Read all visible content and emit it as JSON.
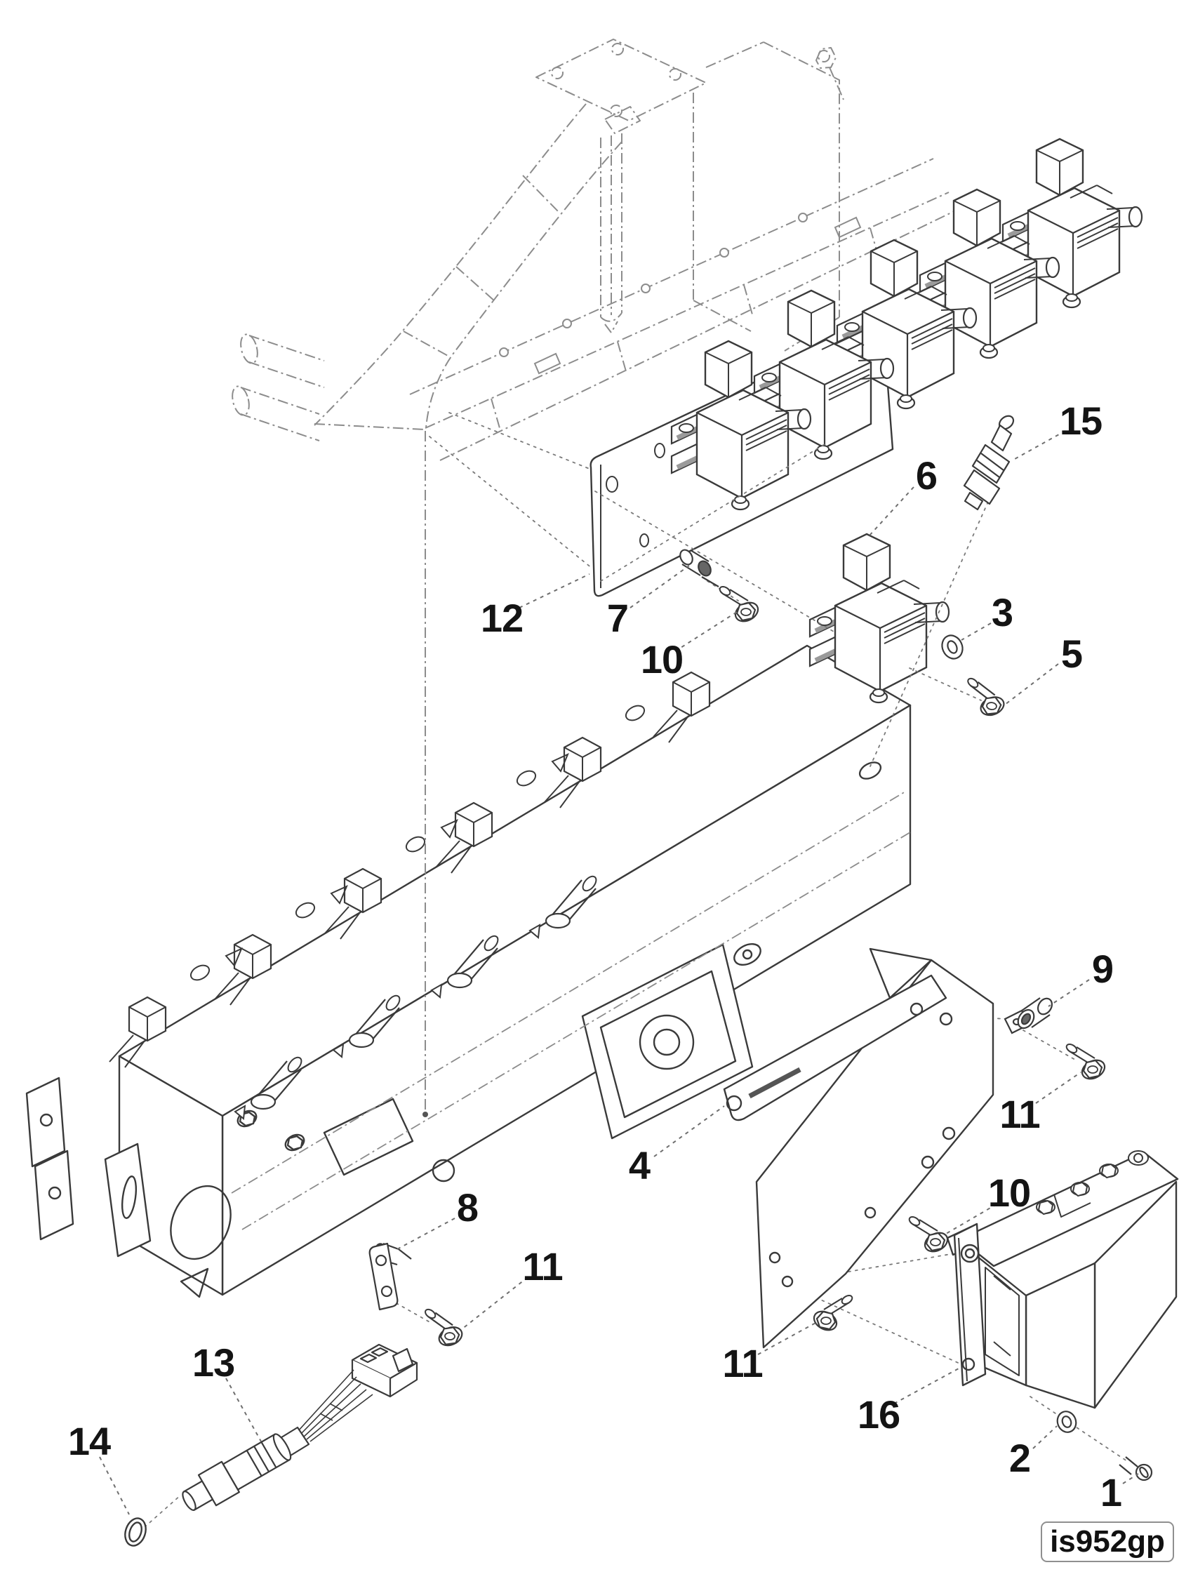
{
  "diagram": {
    "figure_code": "is952gp",
    "callouts": [
      {
        "label": "1"
      },
      {
        "label": "2"
      },
      {
        "label": "3"
      },
      {
        "label": "4"
      },
      {
        "label": "5"
      },
      {
        "label": "6"
      },
      {
        "label": "7"
      },
      {
        "label": "8"
      },
      {
        "label": "9"
      },
      {
        "label": "10"
      },
      {
        "label": "10"
      },
      {
        "label": "11"
      },
      {
        "label": "11"
      },
      {
        "label": "11"
      },
      {
        "label": "12"
      },
      {
        "label": "13"
      },
      {
        "label": "14"
      },
      {
        "label": "15"
      },
      {
        "label": "16"
      }
    ],
    "colors": {
      "background": "#ffffff",
      "solid_line": "#3a3a3a",
      "phantom_line": "#8c8c8c",
      "leader_line": "#6f6f6f",
      "callout_text": "#141414"
    }
  }
}
